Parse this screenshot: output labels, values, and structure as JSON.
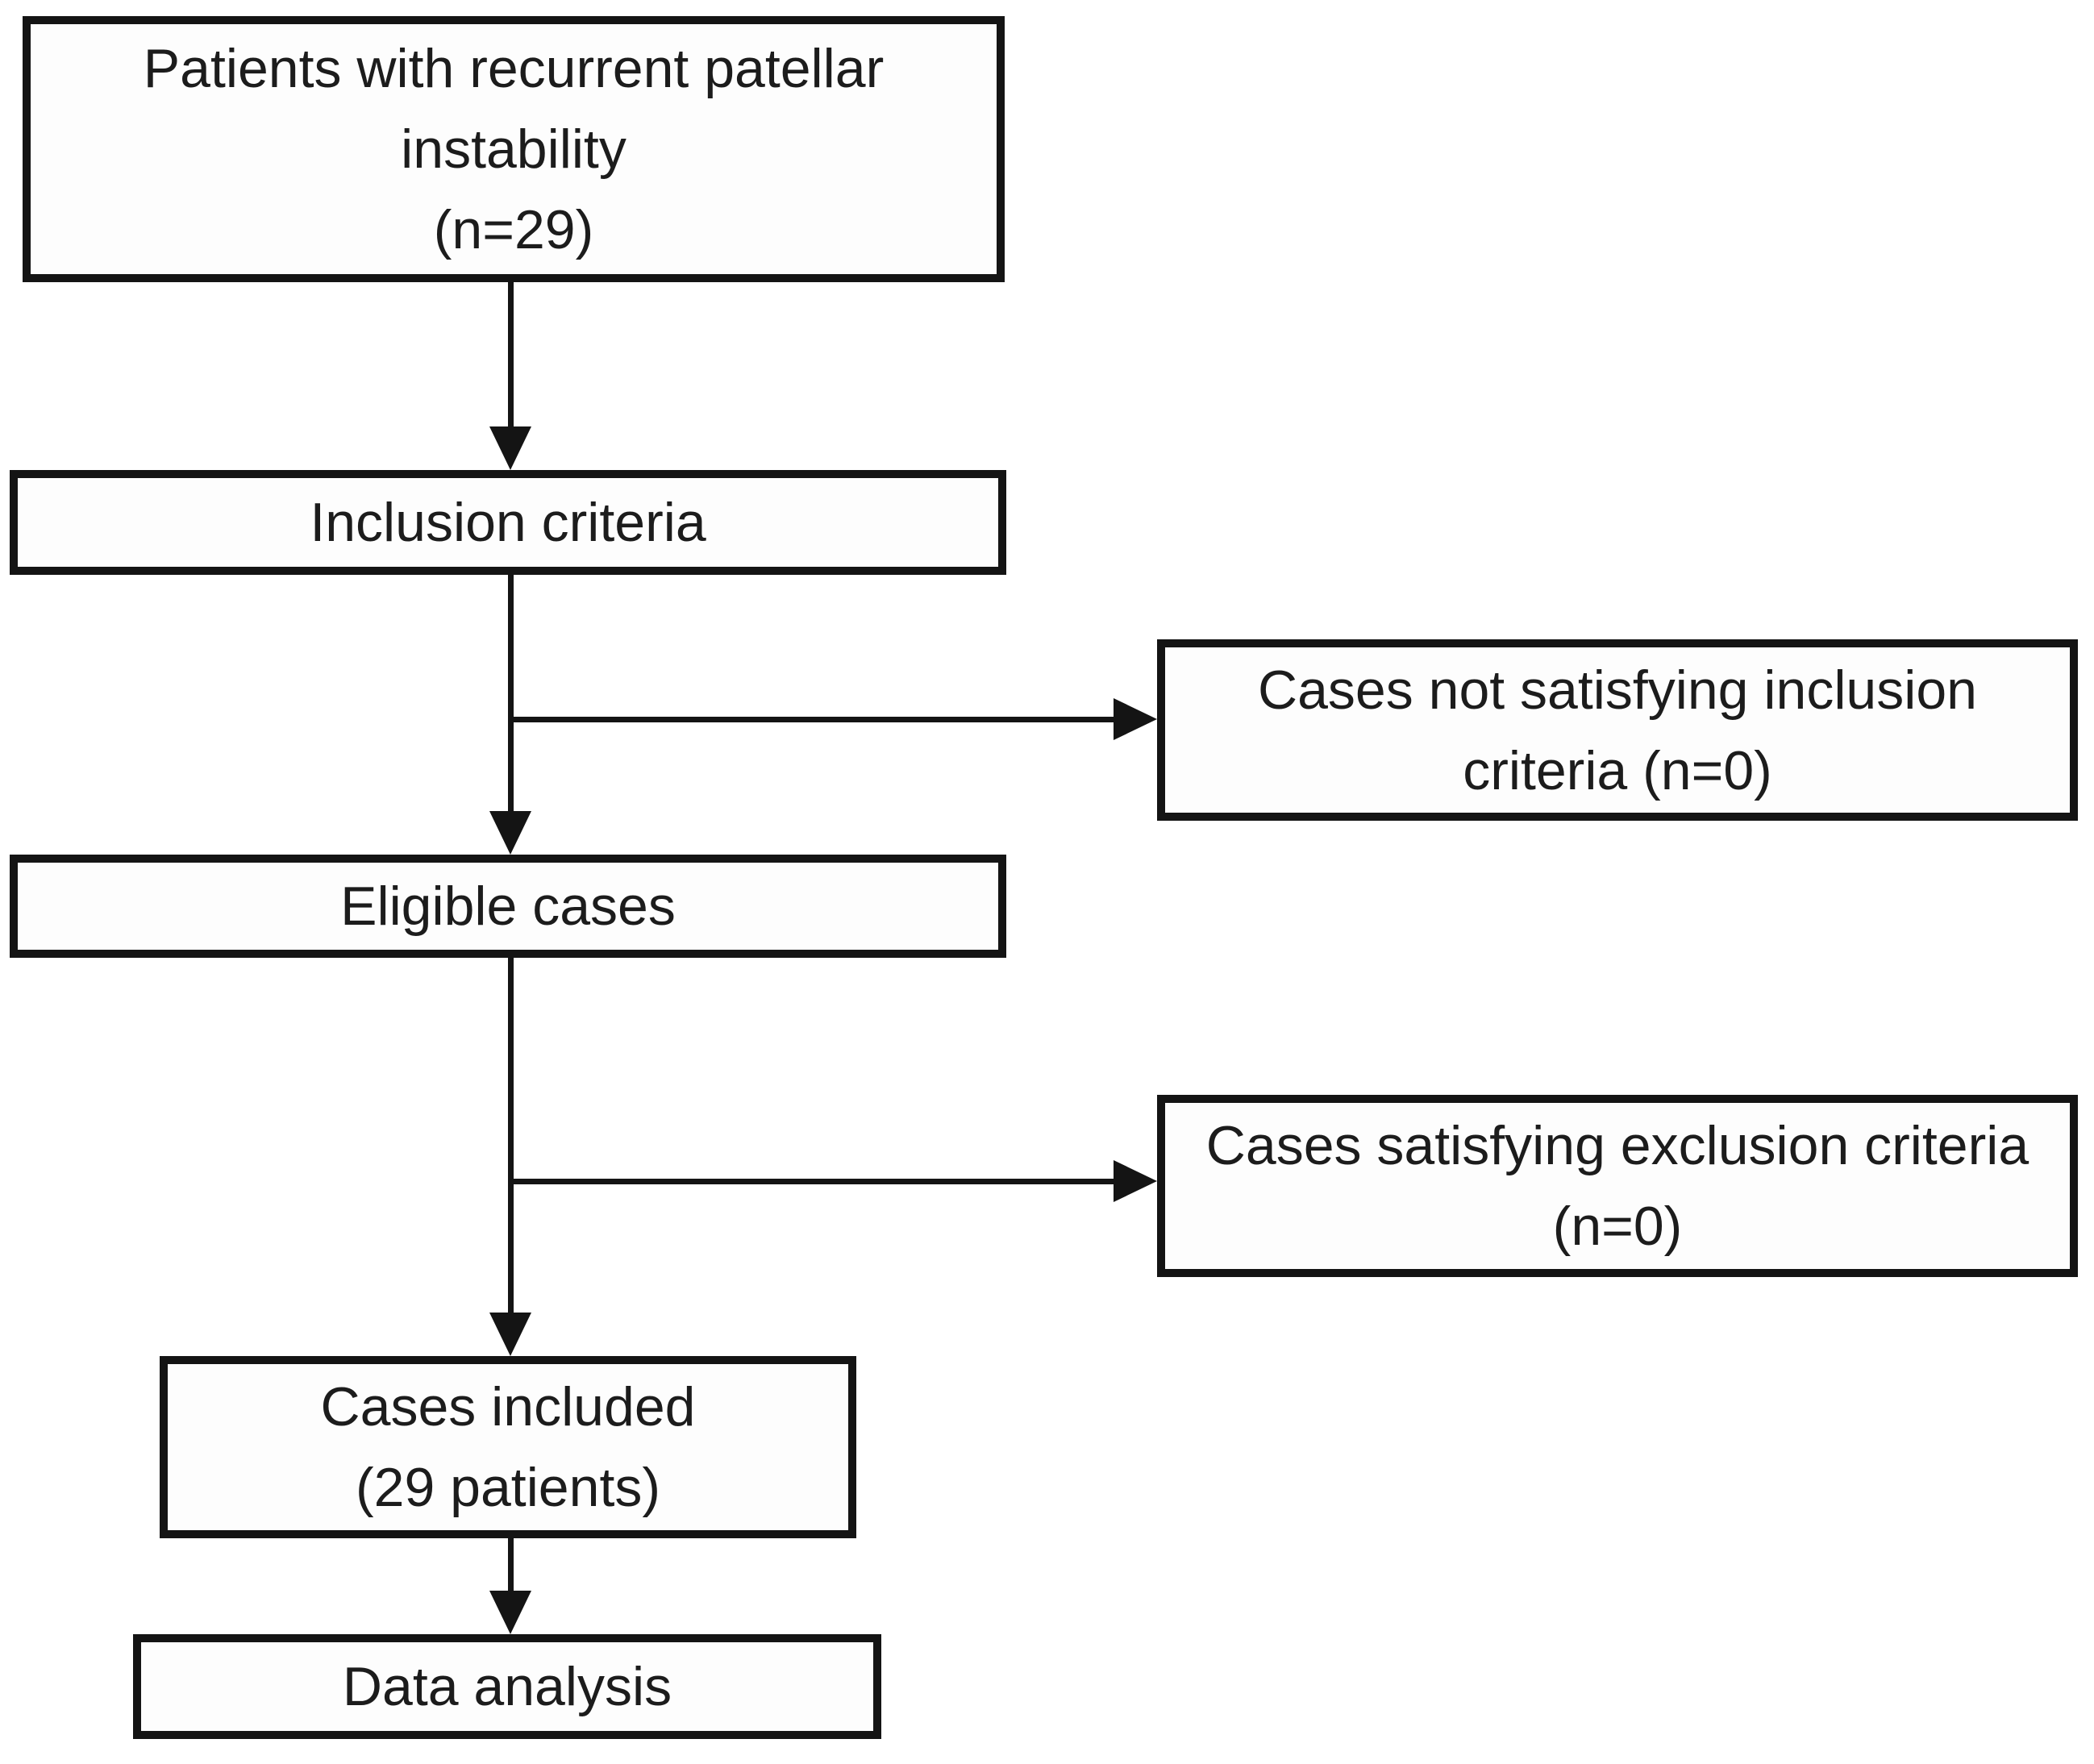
{
  "diagram": {
    "type": "flowchart",
    "colors": {
      "background": "#ffffff",
      "line": "#141414",
      "box_border": "#141414",
      "box_fill": "#fdfdfd",
      "text": "#1c1c1c"
    },
    "nodes": {
      "patients": {
        "lines": [
          "Patients with recurrent patellar",
          "instability",
          "(n=29)"
        ]
      },
      "inclusion_criteria": {
        "lines": [
          "Inclusion criteria"
        ]
      },
      "not_satisfying_inclusion": {
        "lines": [
          "Cases not satisfying inclusion",
          "criteria (n=0)"
        ]
      },
      "eligible_cases": {
        "lines": [
          "Eligible cases"
        ]
      },
      "satisfying_exclusion": {
        "lines": [
          "Cases satisfying exclusion criteria",
          "(n=0)"
        ]
      },
      "cases_included": {
        "lines": [
          "Cases included",
          "(29 patients)"
        ]
      },
      "data_analysis": {
        "lines": [
          "Data analysis"
        ]
      }
    },
    "edges": [
      {
        "from": "patients",
        "to": "inclusion_criteria",
        "style": "arrow-down"
      },
      {
        "from": "inclusion_criteria",
        "to": "not_satisfying_inclusion",
        "style": "branch-right-arrow"
      },
      {
        "from": "inclusion_criteria",
        "to": "eligible_cases",
        "style": "arrow-down"
      },
      {
        "from": "eligible_cases",
        "to": "satisfying_exclusion",
        "style": "branch-right-arrow"
      },
      {
        "from": "eligible_cases",
        "to": "cases_included",
        "style": "arrow-down"
      },
      {
        "from": "cases_included",
        "to": "data_analysis",
        "style": "arrow-down"
      }
    ]
  }
}
